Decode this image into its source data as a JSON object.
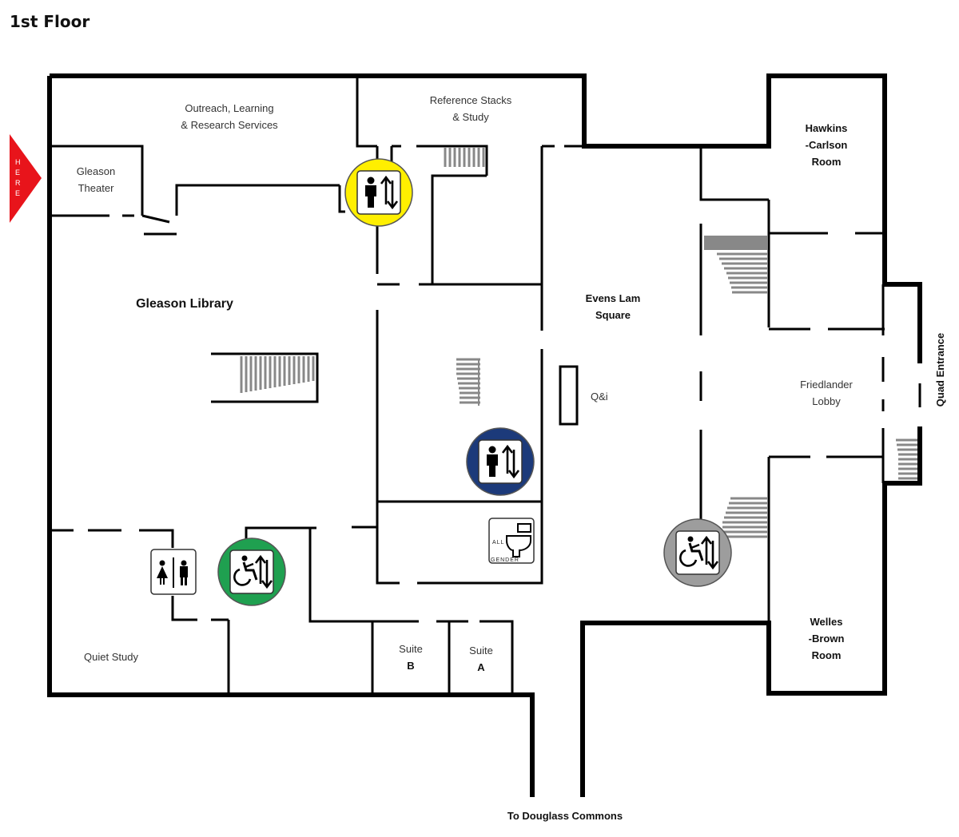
{
  "floor_title": "1st Floor",
  "here_marker": {
    "letters": [
      "H",
      "E",
      "R",
      "E"
    ],
    "color": "#e8141b"
  },
  "rooms": {
    "outreach_line1": "Outreach, Learning",
    "outreach_line2": "& Research Services",
    "reference_line1": "Reference Stacks",
    "reference_line2": "& Study",
    "gleason_theater_line1": "Gleason",
    "gleason_theater_line2": "Theater",
    "gleason_library": "Gleason Library",
    "hawkins_line1": "Hawkins",
    "hawkins_line2": "-Carlson",
    "hawkins_line3": "Room",
    "evens_line1": "Evens Lam",
    "evens_line2": "Square",
    "qandi": "Q&i",
    "friedlander_line1": "Friedlander",
    "friedlander_line2": "Lobby",
    "quad_entrance": "Quad Entrance",
    "quiet_study": "Quiet Study",
    "suite_b_line1": "Suite",
    "suite_b_line2": "B",
    "suite_a_line1": "Suite",
    "suite_a_line2": "A",
    "welles_line1": "Welles",
    "welles_line2": "-Brown",
    "welles_line3": "Room",
    "douglass": "To Douglass Commons"
  },
  "restroom": {
    "all_label": "ALL",
    "gender_label": "GENDER"
  },
  "icons": {
    "elevator_yellow": {
      "name": "staff-elevator-icon",
      "color": "#ffef00"
    },
    "elevator_navy": {
      "name": "staff-elevator-icon",
      "color": "#1c3a7a"
    },
    "elevator_green": {
      "name": "accessible-elevator-icon",
      "color": "#1fa050"
    },
    "elevator_gray": {
      "name": "accessible-elevator-icon",
      "color": "#9d9d9d"
    },
    "restroom_pair": "restroom-icon",
    "all_gender_restroom": "all-gender-restroom-icon"
  }
}
